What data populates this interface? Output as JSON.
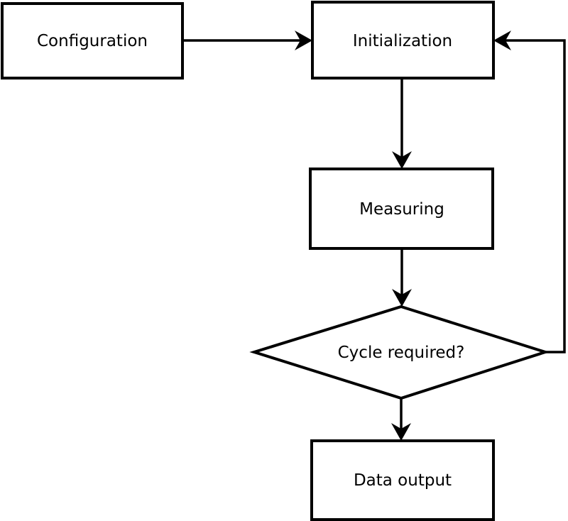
{
  "diagram": {
    "type": "flowchart",
    "background_color": "#ffffff",
    "stroke_color": "#000000",
    "node_fill_color": "#ffffff",
    "text_color": "#000000",
    "nodes": {
      "configuration": {
        "label": "Configuration",
        "shape": "rectangle"
      },
      "initialization": {
        "label": "Initialization",
        "shape": "rectangle"
      },
      "measuring": {
        "label": "Measuring",
        "shape": "rectangle"
      },
      "cycle_required": {
        "label": "Cycle required?",
        "shape": "diamond"
      },
      "data_output": {
        "label": "Data output",
        "shape": "rectangle"
      }
    },
    "edges": [
      {
        "from": "configuration",
        "to": "initialization"
      },
      {
        "from": "initialization",
        "to": "measuring"
      },
      {
        "from": "measuring",
        "to": "cycle_required"
      },
      {
        "from": "cycle_required",
        "to": "data_output"
      },
      {
        "from": "cycle_required",
        "to": "initialization"
      }
    ]
  }
}
